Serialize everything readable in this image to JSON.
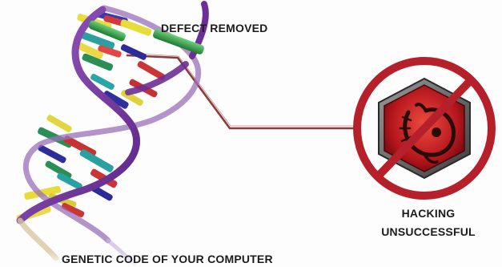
{
  "labels": {
    "defect_removed": "DEFECT REMOVED",
    "genetic_code": "GENETIC CODE OF YOUR COMPUTER",
    "hacking_line1": "HACKING",
    "hacking_line2": "UNSUCCESSFUL"
  },
  "colors": {
    "helix_strand": "#7a3aa0",
    "callout_line": "#8a3a3a",
    "prohibition_ring": "#b8202c",
    "hexagon": "#c21e23",
    "background": "#fdfdfd"
  },
  "icons": {
    "dna": "dna-double-helix-icon",
    "virus": "scorpion-virus-icon",
    "prohibited": "no-entry-icon"
  }
}
